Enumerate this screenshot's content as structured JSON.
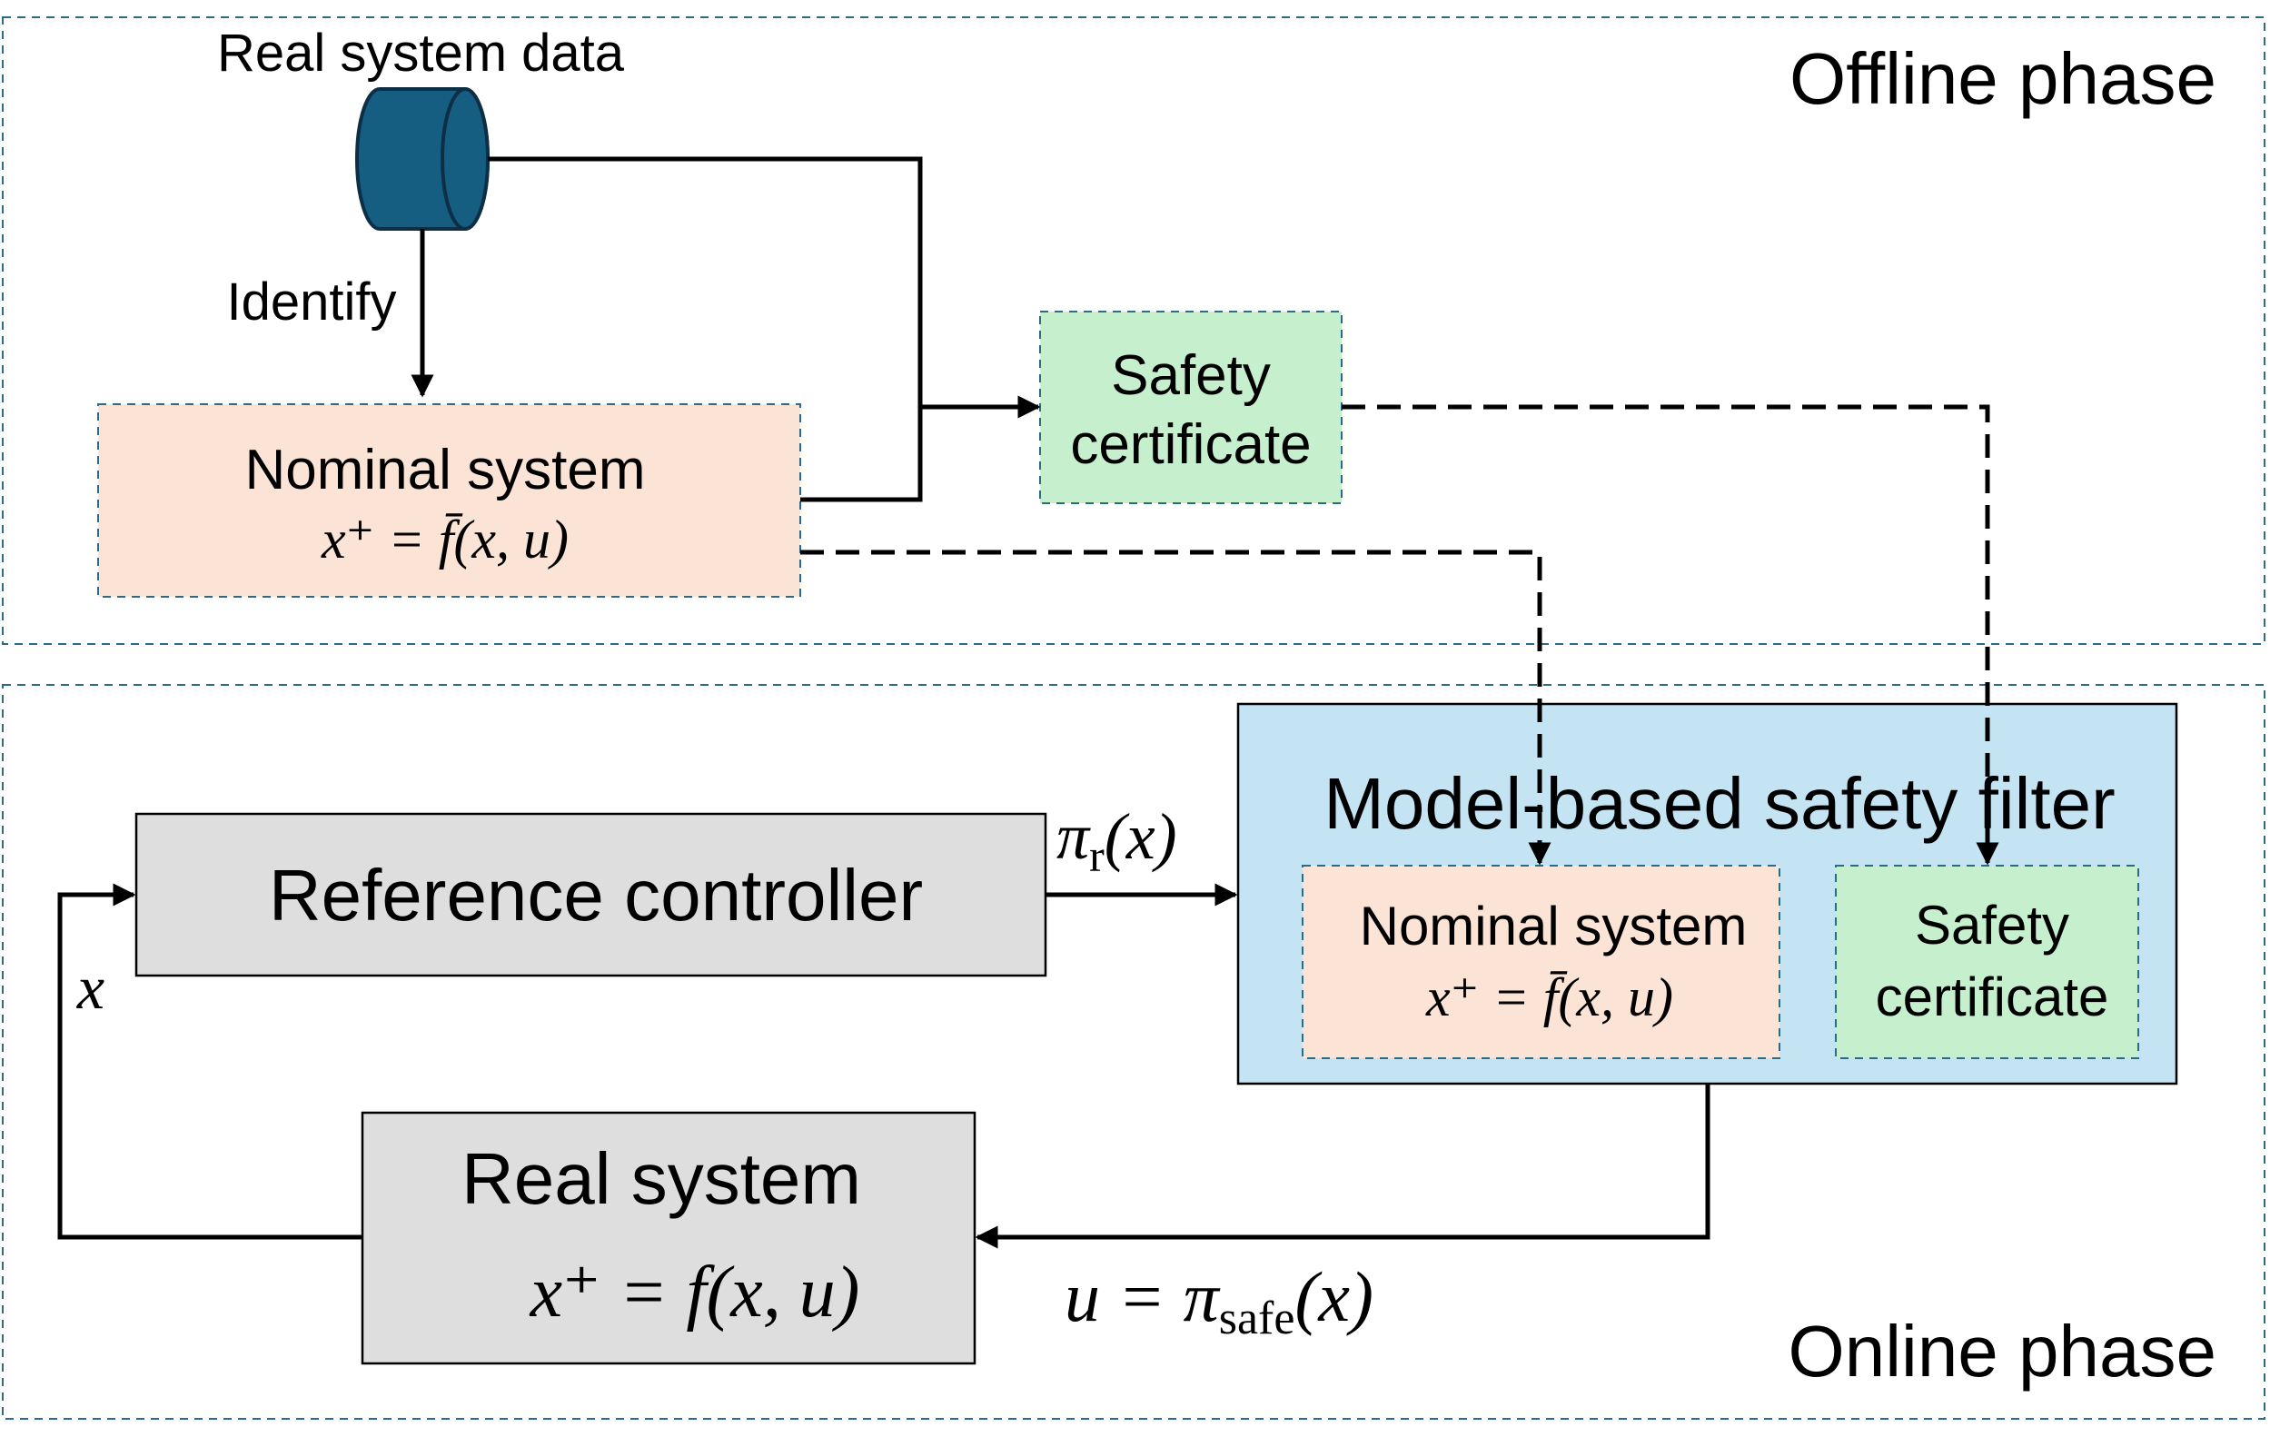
{
  "phases": {
    "offline_label": "Offline phase",
    "online_label": "Online phase"
  },
  "database": {
    "label": "Real system data",
    "color": "#155e82",
    "icon": "database-cylinder-icon"
  },
  "identify_label": "Identify",
  "offline_nominal": {
    "title": "Nominal system",
    "equation": "x⁺ = f̄(x, u)"
  },
  "offline_certificate": {
    "line1": "Safety",
    "line2": "certificate"
  },
  "filter": {
    "title": "Model-based safety filter",
    "nominal_title": "Nominal system",
    "nominal_equation": "x⁺ = f̄(x, u)",
    "certificate_line1": "Safety",
    "certificate_line2": "certificate"
  },
  "reference_controller": {
    "label": "Reference controller",
    "output_symbol": "π",
    "output_sub": "r",
    "output_arg": "(x)"
  },
  "real_system": {
    "title": "Real system",
    "equation": "x⁺ = f(x, u)"
  },
  "feedback_label": "x",
  "control_signal": {
    "lhs": "u = π",
    "sub": "safe",
    "arg": "(x)"
  },
  "colors": {
    "nominal_fill": "#fbe4d6",
    "certificate_fill": "#c6efce",
    "filter_fill": "#c4e4f4",
    "block_fill": "#dedede",
    "dash_border": "#2c6a8a"
  }
}
